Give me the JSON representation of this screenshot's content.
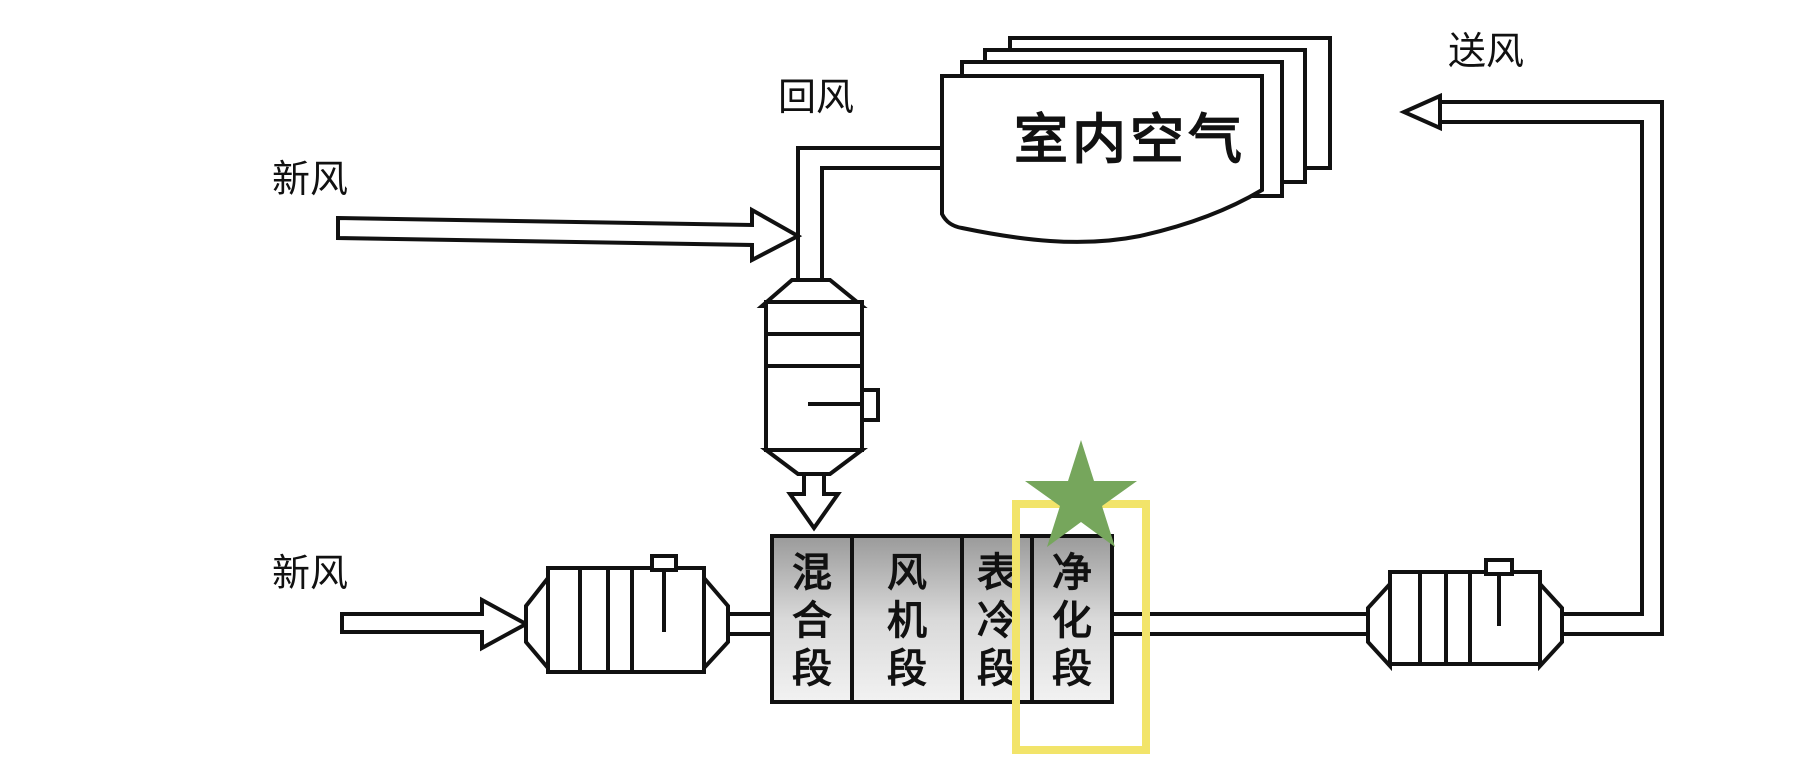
{
  "labels": {
    "return_air": "回风",
    "fresh_air_top": "新风",
    "fresh_air_bottom": "新风",
    "supply_air": "送风"
  },
  "room": {
    "title": "室内空气"
  },
  "sections": [
    {
      "chars": [
        "混",
        "合",
        "段"
      ]
    },
    {
      "chars": [
        "风",
        "机",
        "段"
      ]
    },
    {
      "chars": [
        "表",
        "冷",
        "段"
      ]
    },
    {
      "chars": [
        "净",
        "化",
        "段"
      ]
    }
  ],
  "highlight": {
    "section_index": 3,
    "box_color": "#f2e46a",
    "star_color": "#76a65c"
  }
}
